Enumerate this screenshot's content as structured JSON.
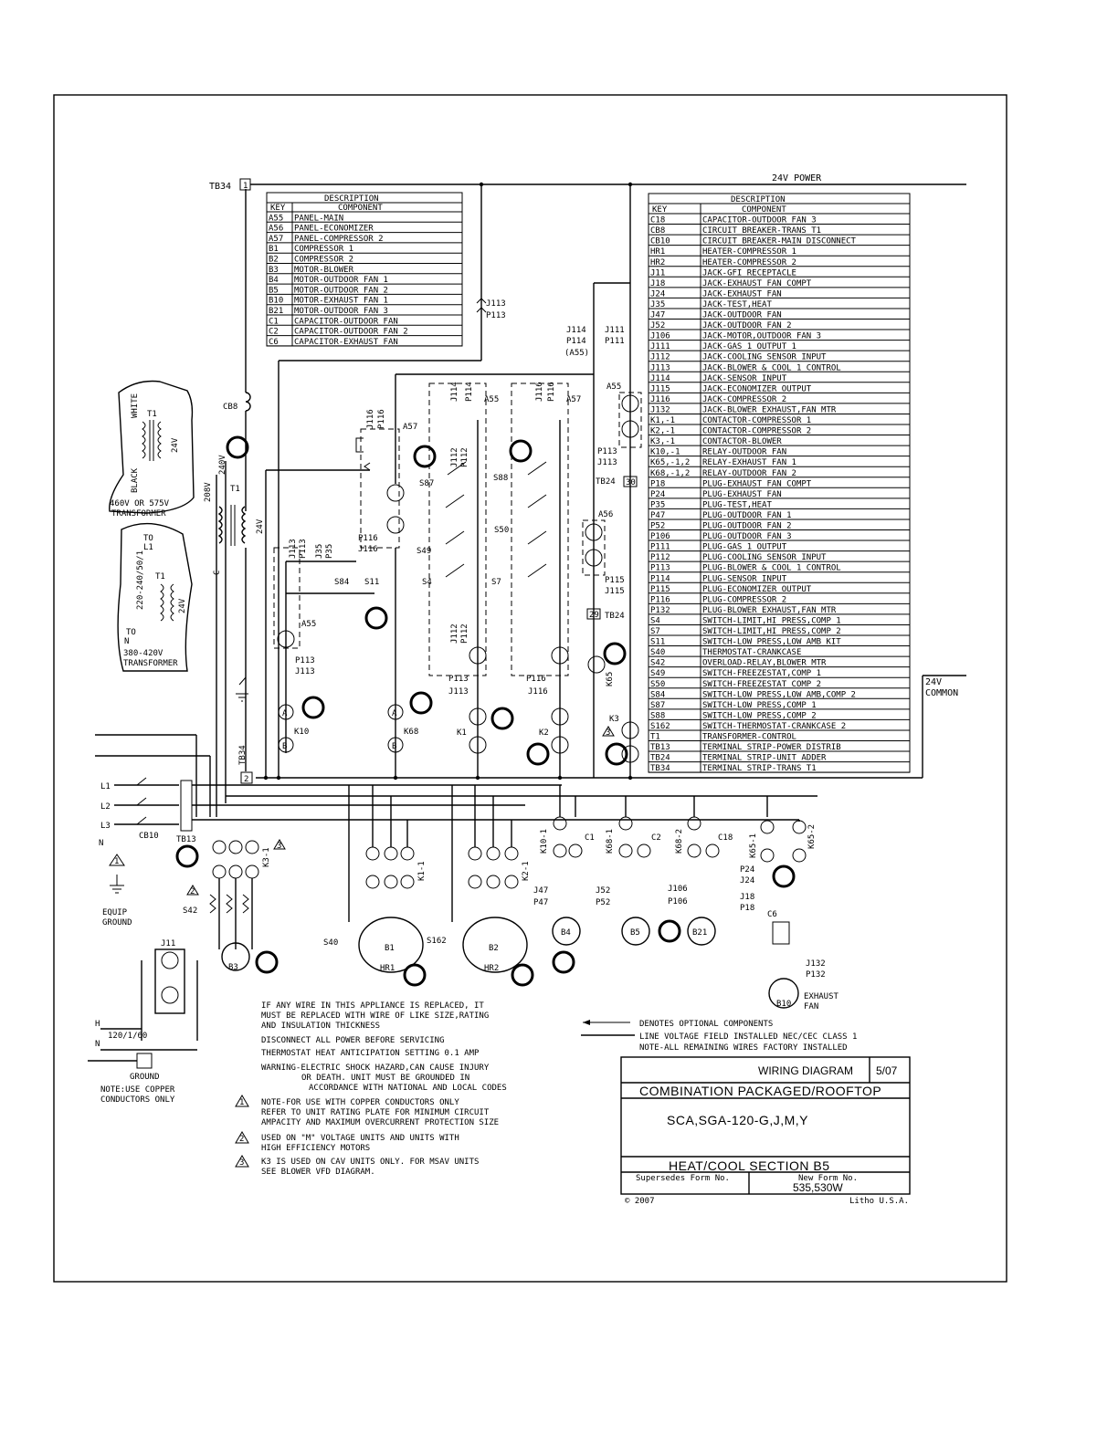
{
  "power": {
    "tb34_label": "TB34",
    "tb34_terminal": "1",
    "power_label": "24V POWER",
    "common_label_1": "24V",
    "common_label_2": "COMMON",
    "tb34_terminal_2": "2"
  },
  "legend_left": {
    "title": "DESCRIPTION",
    "key_header": "KEY",
    "component_header": "COMPONENT",
    "rows": [
      {
        "key": "A55",
        "component": "PANEL-MAIN"
      },
      {
        "key": "A56",
        "component": "PANEL-ECONOMIZER"
      },
      {
        "key": "A57",
        "component": "PANEL-COMPRESSOR 2"
      },
      {
        "key": "B1",
        "component": "COMPRESSOR 1"
      },
      {
        "key": "B2",
        "component": "COMPRESSOR 2"
      },
      {
        "key": "B3",
        "component": "MOTOR-BLOWER"
      },
      {
        "key": "B4",
        "component": "MOTOR-OUTDOOR FAN 1"
      },
      {
        "key": "B5",
        "component": "MOTOR-OUTDOOR FAN 2"
      },
      {
        "key": "B10",
        "component": "MOTOR-EXHAUST FAN 1"
      },
      {
        "key": "B21",
        "component": "MOTOR-OUTDOOR FAN 3"
      },
      {
        "key": "C1",
        "component": "CAPACITOR-OUTDOOR FAN"
      },
      {
        "key": "C2",
        "component": "CAPACITOR-OUTDOOR FAN 2"
      },
      {
        "key": "C6",
        "component": "CAPACITOR-EXHAUST FAN"
      }
    ]
  },
  "legend_right": {
    "title": "DESCRIPTION",
    "key_header": "KEY",
    "component_header": "COMPONENT",
    "rows": [
      {
        "key": "C18",
        "component": "CAPACITOR-OUTDOOR FAN 3"
      },
      {
        "key": "CB8",
        "component": "CIRCUIT BREAKER-TRANS T1"
      },
      {
        "key": "CB10",
        "component": "CIRCUIT BREAKER-MAIN DISCONNECT"
      },
      {
        "key": "HR1",
        "component": "HEATER-COMPRESSOR 1"
      },
      {
        "key": "HR2",
        "component": "HEATER-COMPRESSOR 2"
      },
      {
        "key": "J11",
        "component": "JACK-GFI RECEPTACLE"
      },
      {
        "key": "J18",
        "component": "JACK-EXHAUST FAN COMPT"
      },
      {
        "key": "J24",
        "component": "JACK-EXHAUST FAN"
      },
      {
        "key": "J35",
        "component": "JACK-TEST,HEAT"
      },
      {
        "key": "J47",
        "component": "JACK-OUTDOOR FAN"
      },
      {
        "key": "J52",
        "component": "JACK-OUTDOOR FAN 2"
      },
      {
        "key": "J106",
        "component": "JACK-MOTOR,OUTDOOR FAN 3"
      },
      {
        "key": "J111",
        "component": "JACK-GAS 1 OUTPUT 1"
      },
      {
        "key": "J112",
        "component": "JACK-COOLING SENSOR INPUT"
      },
      {
        "key": "J113",
        "component": "JACK-BLOWER & COOL 1 CONTROL"
      },
      {
        "key": "J114",
        "component": "JACK-SENSOR INPUT"
      },
      {
        "key": "J115",
        "component": "JACK-ECONOMIZER OUTPUT"
      },
      {
        "key": "J116",
        "component": "JACK-COMPRESSOR 2"
      },
      {
        "key": "J132",
        "component": "JACK-BLOWER EXHAUST,FAN MTR"
      },
      {
        "key": "K1,-1",
        "component": "CONTACTOR-COMPRESSOR 1"
      },
      {
        "key": "K2,-1",
        "component": "CONTACTOR-COMPRESSOR 2"
      },
      {
        "key": "K3,-1",
        "component": "CONTACTOR-BLOWER"
      },
      {
        "key": "K10,-1",
        "component": "RELAY-OUTDOOR FAN"
      },
      {
        "key": "K65,-1,2",
        "component": "RELAY-EXHAUST FAN 1"
      },
      {
        "key": "K68,-1,2",
        "component": "RELAY-OUTDOOR FAN 2"
      },
      {
        "key": "P18",
        "component": "PLUG-EXHAUST FAN COMPT"
      },
      {
        "key": "P24",
        "component": "PLUG-EXHAUST FAN"
      },
      {
        "key": "P35",
        "component": "PLUG-TEST,HEAT"
      },
      {
        "key": "P47",
        "component": "PLUG-OUTDOOR FAN 1"
      },
      {
        "key": "P52",
        "component": "PLUG-OUTDOOR FAN 2"
      },
      {
        "key": "P106",
        "component": "PLUG-OUTDOOR FAN 3"
      },
      {
        "key": "P111",
        "component": "PLUG-GAS 1 OUTPUT"
      },
      {
        "key": "P112",
        "component": "PLUG-COOLING SENSOR INPUT"
      },
      {
        "key": "P113",
        "component": "PLUG-BLOWER & COOL 1 CONTROL"
      },
      {
        "key": "P114",
        "component": "PLUG-SENSOR INPUT"
      },
      {
        "key": "P115",
        "component": "PLUG-ECONOMIZER OUTPUT"
      },
      {
        "key": "P116",
        "component": "PLUG-COMPRESSOR 2"
      },
      {
        "key": "P132",
        "component": "PLUG-BLOWER EXHAUST,FAN MTR"
      },
      {
        "key": "S4",
        "component": "SWITCH-LIMIT,HI PRESS,COMP 1"
      },
      {
        "key": "S7",
        "component": "SWITCH-LIMIT,HI PRESS,COMP 2"
      },
      {
        "key": "S11",
        "component": "SWITCH-LOW PRESS,LOW AMB KIT"
      },
      {
        "key": "S40",
        "component": "THERMOSTAT-CRANKCASE"
      },
      {
        "key": "S42",
        "component": "OVERLOAD-RELAY,BLOWER MTR"
      },
      {
        "key": "S49",
        "component": "SWITCH-FREEZESTAT,COMP 1"
      },
      {
        "key": "S50",
        "component": "SWITCH-FREEZESTAT COMP 2"
      },
      {
        "key": "S84",
        "component": "SWITCH-LOW PRESS,LOW AMB,COMP 2"
      },
      {
        "key": "S87",
        "component": "SWITCH-LOW PRESS,COMP 1"
      },
      {
        "key": "S88",
        "component": "SWITCH-LOW PRESS,COMP 2"
      },
      {
        "key": "S162",
        "component": "SWITCH-THERMOSTAT-CRANKCASE 2"
      },
      {
        "key": "T1",
        "component": "TRANSFORMER-CONTROL"
      },
      {
        "key": "TB13",
        "component": "TERMINAL STRIP-POWER DISTRIB"
      },
      {
        "key": "TB24",
        "component": "TERMINAL STRIP-UNIT ADDER"
      },
      {
        "key": "TB34",
        "component": "TERMINAL STRIP-TRANS T1"
      }
    ]
  },
  "transformers": {
    "white": "WHITE",
    "black": "BLACK",
    "t1": "T1",
    "v24": "24V",
    "hv_label_1": "460V OR 575V",
    "hv_label_2": "TRANSFORMER",
    "to_l1_1": "TO",
    "to_l1_2": "L1",
    "v220": "220-240/50/1",
    "to_n_1": "TO",
    "to_n_2": "N",
    "lv_label_1": "380-420V",
    "lv_label_2": "TRANSFORMER",
    "cb8": "CB8",
    "v240": "240V",
    "v208": "208V",
    "c": "C",
    "tb34": "TB34"
  },
  "components": {
    "a55": "A55",
    "a56": "A56",
    "a57": "A57",
    "j113": "J113",
    "p113": "P113",
    "j114": "J114",
    "p114": "P114",
    "a55_paren": "(A55)",
    "j111": "J111",
    "p111": "P111",
    "j116": "J116",
    "p116": "P116",
    "j112": "J112",
    "p112": "P112",
    "j35": "J35",
    "p35": "P35",
    "j115": "J115",
    "p115": "P115",
    "s87": "S87",
    "s88": "S88",
    "s49": "S49",
    "s50": "S50",
    "s4": "S4",
    "s7": "S7",
    "s84": "S84",
    "s11": "S11",
    "tb24": "TB24",
    "t30": "30",
    "t29": "29",
    "k10": "K10",
    "k68": "K68",
    "k1": "K1",
    "k2": "K2",
    "k3": "K3",
    "k65": "K65",
    "a": "A",
    "b": "B"
  },
  "power_section": {
    "l1": "L1",
    "l2": "L2",
    "l3": "L3",
    "n": "N",
    "cb10": "CB10",
    "tb13": "TB13",
    "equip_ground_1": "EQUIP",
    "equip_ground_2": "GROUND",
    "s42": "S42",
    "k3_1": "K3-1",
    "b3": "B3",
    "s40": "S40",
    "b1": "B1",
    "hr1": "HR1",
    "s162": "S162",
    "b2": "B2",
    "hr2": "HR2",
    "k1_1": "K1-1",
    "k2_1": "K2-1",
    "k10_1": "K10-1",
    "c1": "C1",
    "k68_1": "K68-1",
    "c2": "C2",
    "k68_2": "K68-2",
    "c18": "C18",
    "k65_1": "K65-1",
    "k65_2": "K65-2",
    "j47": "J47",
    "p47": "P47",
    "j52": "J52",
    "p52": "P52",
    "j106": "J106",
    "p106": "P106",
    "j24": "J24",
    "p24": "P24",
    "j18": "J18",
    "p18": "P18",
    "c6": "C6",
    "j132": "J132",
    "p132": "P132",
    "b4": "B4",
    "b5": "B5",
    "b21": "B21",
    "b10": "B10",
    "exhaust_1": "EXHAUST",
    "exhaust_2": "FAN",
    "j11": "J11",
    "h": "H",
    "v120": "120/1/60",
    "ground": "GROUND",
    "note_cu_1": "NOTE:USE COPPER",
    "note_cu_2": "CONDUCTORS ONLY"
  },
  "notes": {
    "replace_1": "IF ANY WIRE IN THIS APPLIANCE IS REPLACED, IT",
    "replace_2": "MUST BE REPLACED WITH WIRE OF LIKE SIZE,RATING",
    "replace_3": "AND INSULATION THICKNESS",
    "disconnect": "DISCONNECT ALL POWER BEFORE SERVICING",
    "thermostat": "THERMOSTAT HEAT ANTICIPATION SETTING 0.1 AMP",
    "warning_1": "WARNING-ELECTRIC SHOCK HAZARD,CAN CAUSE INJURY",
    "warning_2": "OR DEATH. UNIT MUST BE GROUNDED IN",
    "warning_3": "ACCORDANCE WITH NATIONAL AND LOCAL CODES",
    "note1_1": "NOTE-FOR USE WITH COPPER CONDUCTORS ONLY",
    "note1_2": "REFER TO UNIT RATING PLATE FOR MINIMUM CIRCUIT",
    "note1_3": "AMPACITY AND MAXIMUM OVERCURRENT PROTECTION SIZE",
    "note2_1": "USED ON \"M\" VOLTAGE UNITS AND UNITS WITH",
    "note2_2": "HIGH EFFICIENCY MOTORS",
    "note3_1": "K3 IS USED ON CAV UNITS ONLY. FOR MSAV UNITS",
    "note3_2": "SEE BLOWER VFD DIAGRAM.",
    "optional": "DENOTES OPTIONAL COMPONENTS",
    "line_voltage": "LINE VOLTAGE FIELD INSTALLED NEC/CEC CLASS 1",
    "factory": "NOTE-ALL REMAINING WIRES FACTORY INSTALLED",
    "n1": "1",
    "n2": "2",
    "n3": "3"
  },
  "title_block": {
    "wiring_diagram": "WIRING DIAGRAM",
    "date": "5/07",
    "title": "COMBINATION PACKAGED/ROOFTOP",
    "model": "SCA,SGA-120-G,J,M,Y",
    "section": "HEAT/COOL SECTION B5",
    "supersedes": "Supersedes Form No.",
    "new_form": "New Form No.",
    "form_number": "535,530W",
    "copyright": "© 2007",
    "litho": "Litho U.S.A."
  }
}
